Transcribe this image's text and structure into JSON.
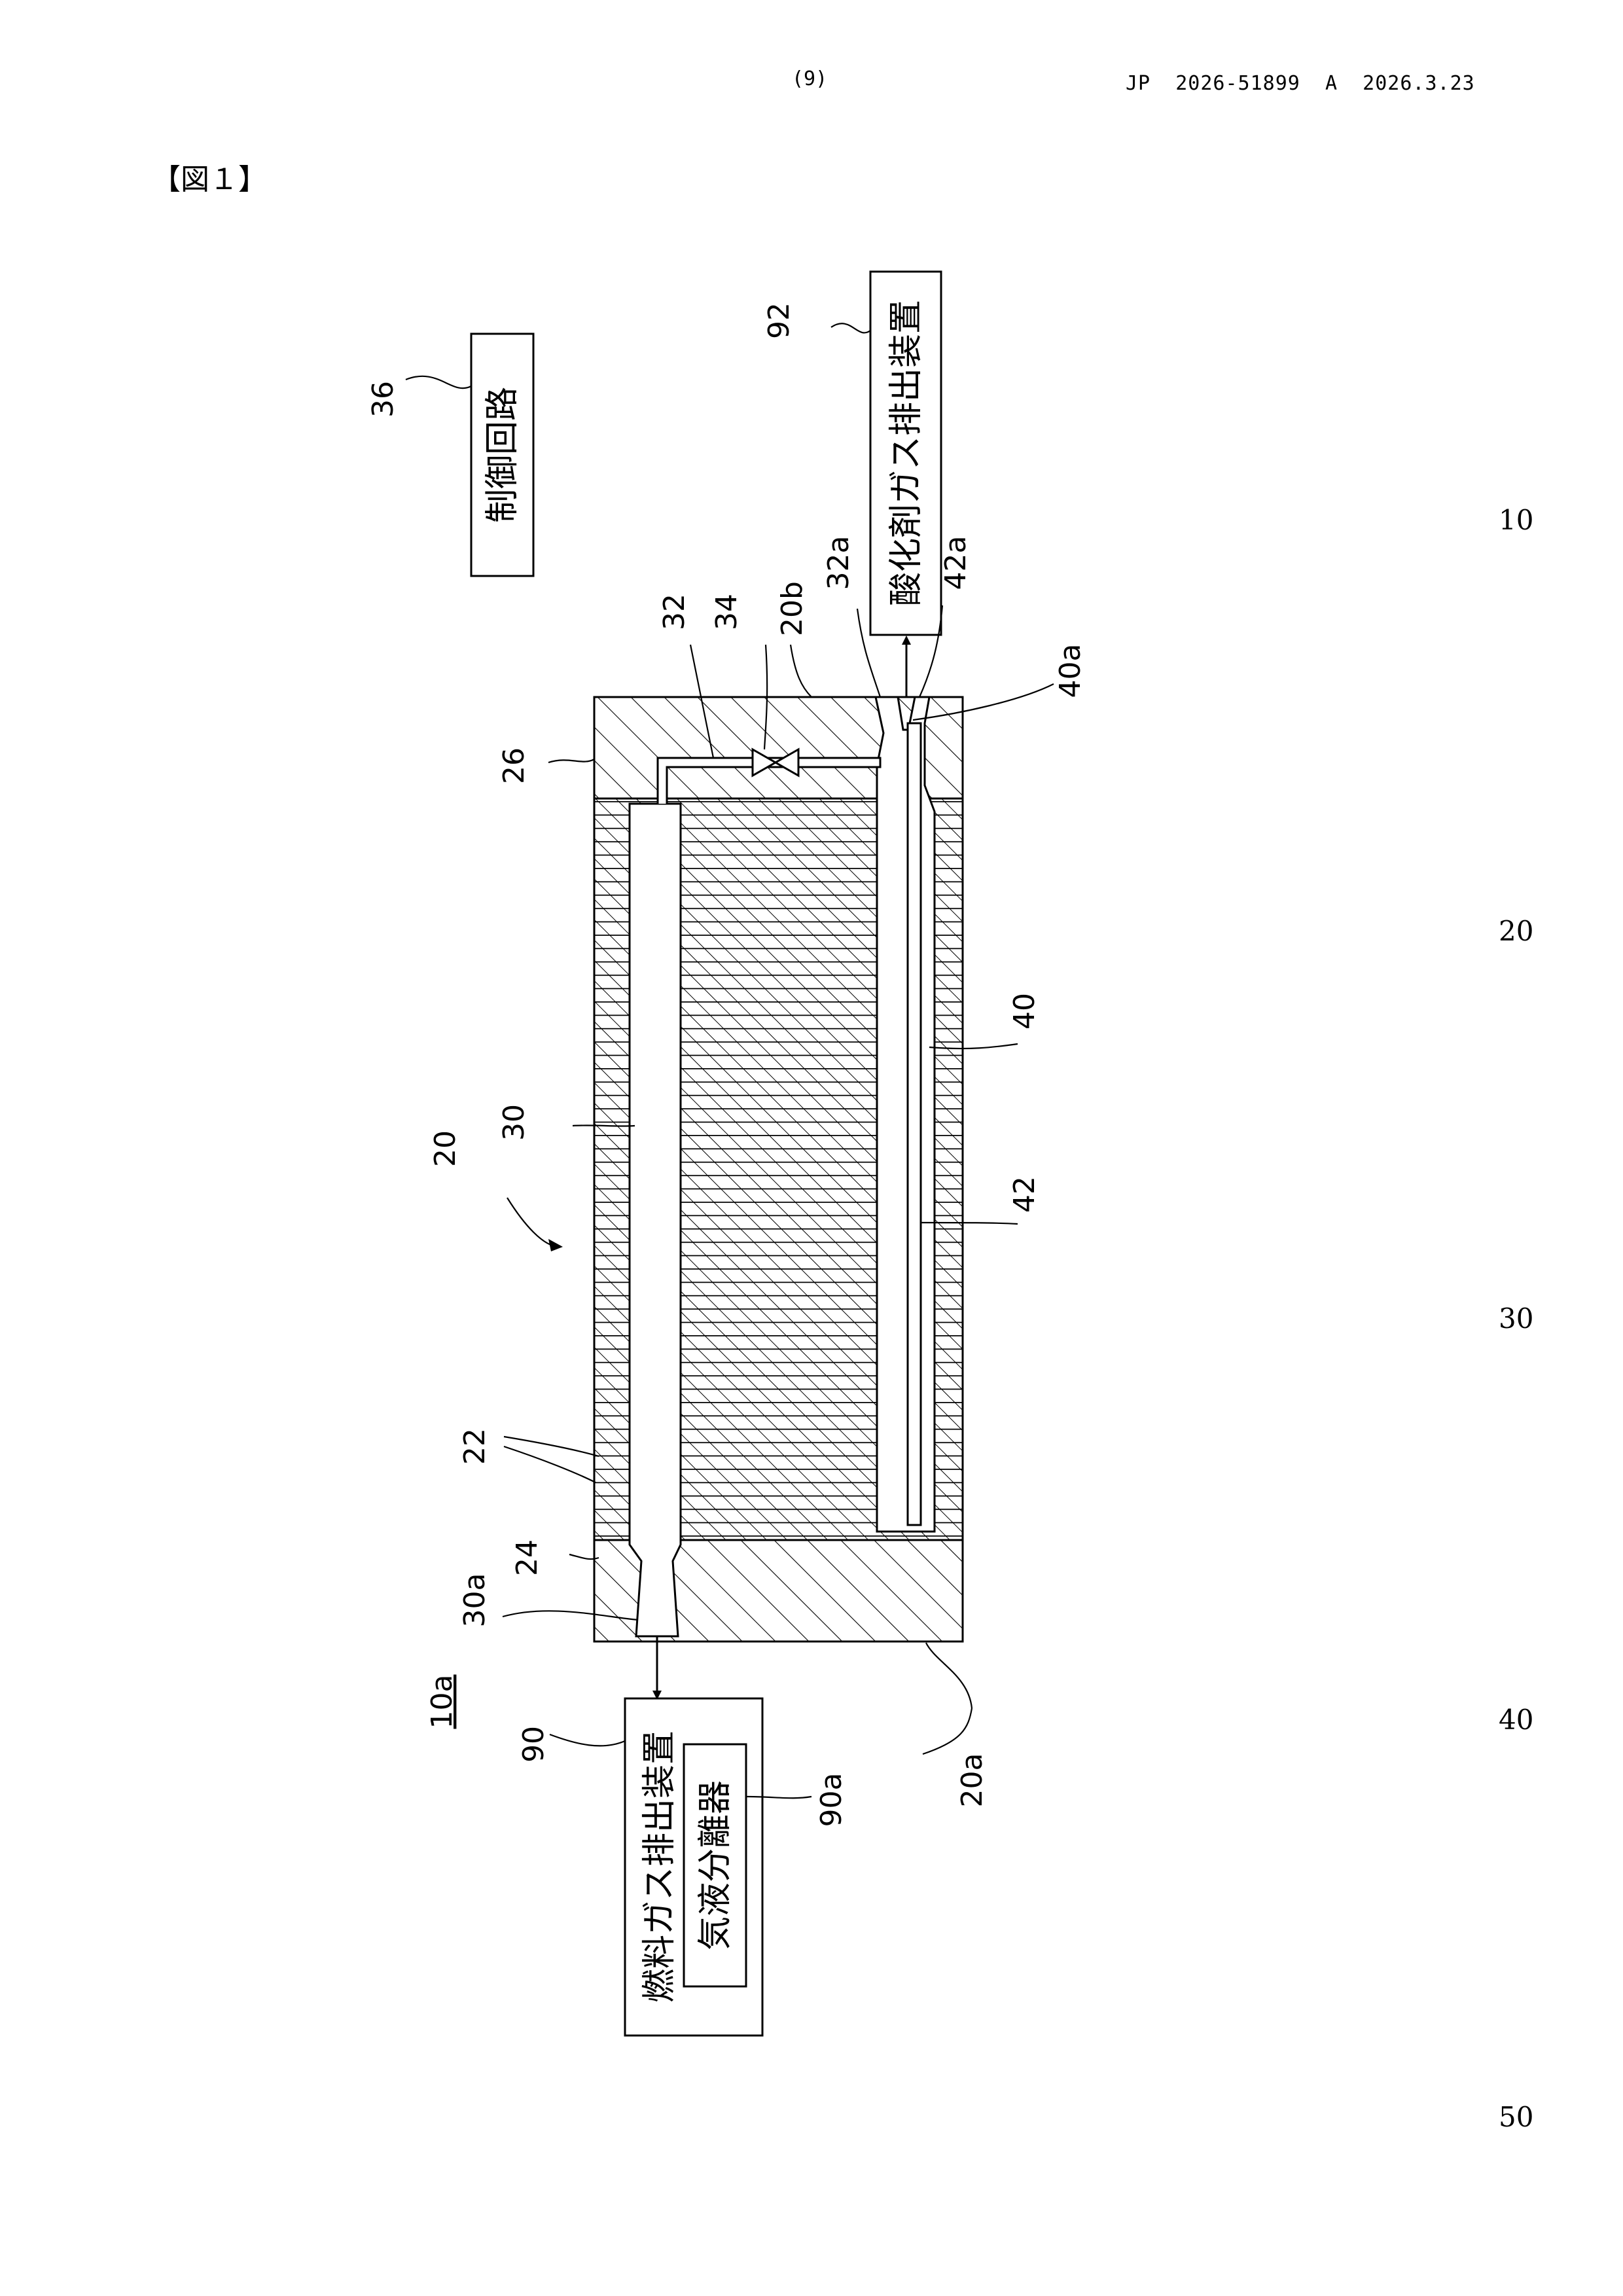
{
  "header": {
    "page_number": "(9)",
    "publication": "JP  2026-51899  A  2026.3.23"
  },
  "figure_title": "【図１】",
  "line_numbers": [
    "10",
    "20",
    "30",
    "40",
    "50"
  ],
  "boxes": {
    "control_circuit": "制御回路",
    "oxidant_exhaust": "酸化剤ガス排出装置",
    "fuel_exhaust": "燃料ガス排出装置",
    "gas_liquid_separator": "気液分離器"
  },
  "refs": {
    "r36": "36",
    "r92": "92",
    "r32a": "32a",
    "r42a": "42a",
    "r32": "32",
    "r34": "34",
    "r20b": "20b",
    "r40a": "40a",
    "r26": "26",
    "r40": "40",
    "r30": "30",
    "r20": "20",
    "r42": "42",
    "r22": "22",
    "r24": "24",
    "r30a": "30a",
    "r10a": "10a",
    "r90": "90",
    "r90a": "90a",
    "r20a": "20a"
  }
}
